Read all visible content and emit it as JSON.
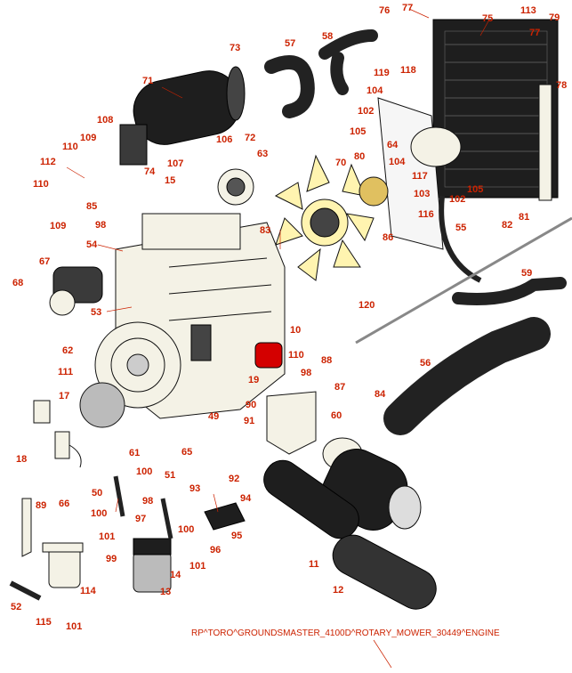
{
  "diagram_caption": "RP^TORO^GROUNDSMASTER_4100D^ROTARY_MOWER_30449^ENGINE",
  "colors": {
    "callout": "#cc2200",
    "part_dark": "#1e1e1e",
    "fan": "#fff4b0",
    "filter_red": "#d40000"
  },
  "callouts": [
    "77",
    "76",
    "75",
    "113",
    "79",
    "73",
    "57",
    "58",
    "77",
    "71",
    "119",
    "118",
    "78",
    "104",
    "102",
    "108",
    "105",
    "64",
    "109",
    "106",
    "72",
    "110",
    "63",
    "70",
    "80",
    "104",
    "112",
    "107",
    "74",
    "117",
    "15",
    "105",
    "110",
    "103",
    "85",
    "102",
    "116",
    "81",
    "98",
    "82",
    "109",
    "83",
    "86",
    "55",
    "54",
    "67",
    "59",
    "68",
    "53",
    "120",
    "62",
    "10",
    "110",
    "88",
    "111",
    "56",
    "98",
    "87",
    "19",
    "17",
    "84",
    "90",
    "49",
    "91",
    "60",
    "18",
    "61",
    "65",
    "100",
    "51",
    "50",
    "92",
    "93",
    "98",
    "66",
    "89",
    "94",
    "100",
    "97",
    "100",
    "101",
    "95",
    "96",
    "99",
    "101",
    "11",
    "14",
    "114",
    "13",
    "52",
    "12",
    "115",
    "101"
  ]
}
